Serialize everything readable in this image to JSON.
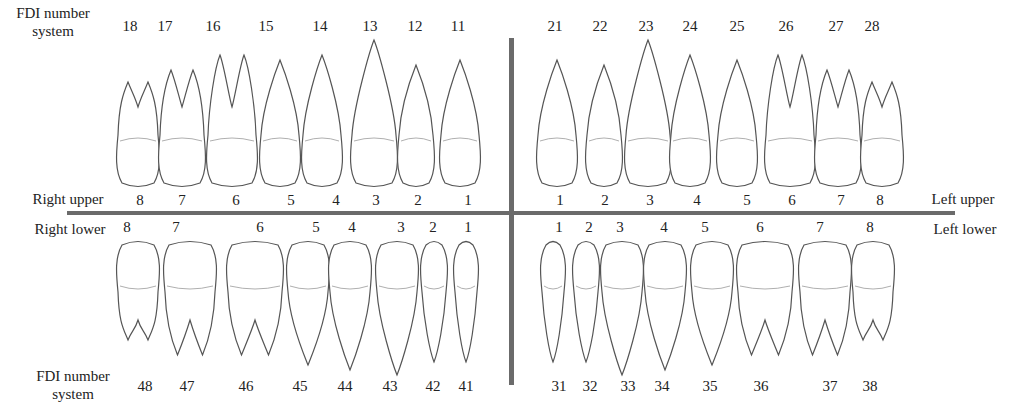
{
  "diagram": {
    "labels": [
      "FDI number system",
      "18",
      "17",
      "16",
      "15",
      "14",
      "13",
      "12",
      "11",
      "21",
      "22",
      "23",
      "24",
      "25",
      "26",
      "27",
      "28",
      "Right upper",
      "8",
      "7",
      "6",
      "5",
      "4",
      "3",
      "2",
      "1",
      "1",
      "2",
      "3",
      "4",
      "5",
      "6",
      "7",
      "8",
      "Left upper",
      "Right lower",
      "8",
      "7",
      "6",
      "5",
      "4",
      "3",
      "2",
      "1",
      "1",
      "2",
      "3",
      "4",
      "5",
      "6",
      "7",
      "8",
      "Left lower",
      "FDI number system",
      "48",
      "47",
      "46",
      "45",
      "44",
      "43",
      "42",
      "41",
      "31",
      "32",
      "33",
      "34",
      "35",
      "36",
      "37",
      "38"
    ]
  }
}
